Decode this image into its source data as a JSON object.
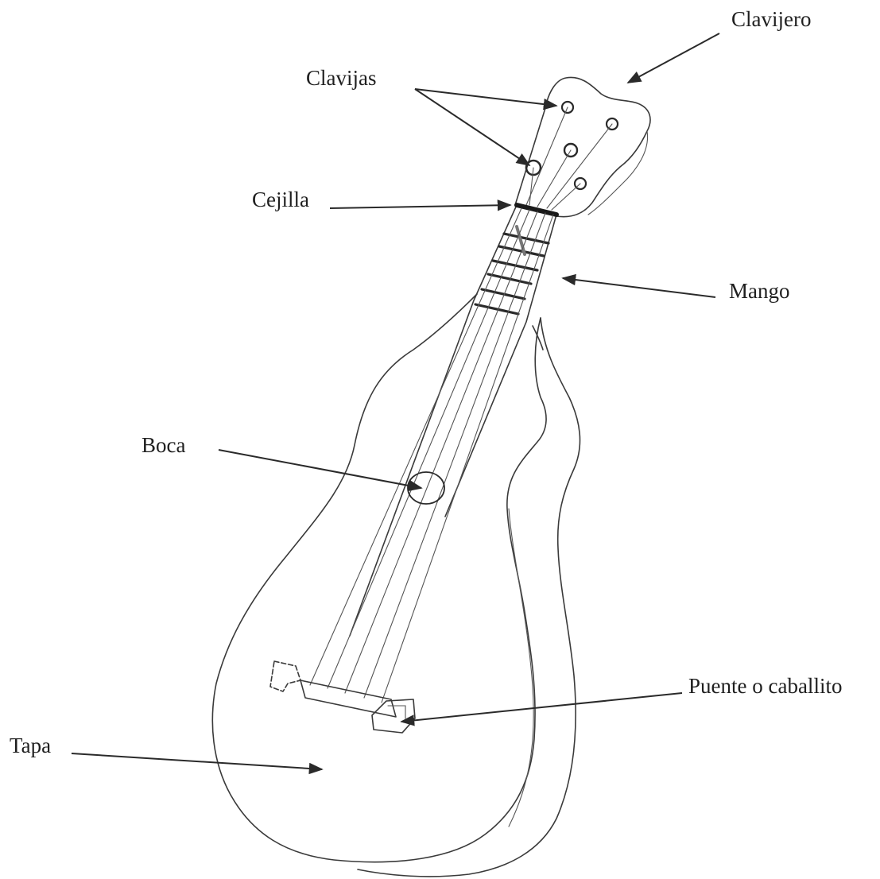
{
  "labels": {
    "clavijero": "Clavijero",
    "clavijas": "Clavijas",
    "cejilla": "Cejilla",
    "mango": "Mango",
    "boca": "Boca",
    "puente": "Puente o caballito",
    "tapa": "Tapa"
  },
  "colors": {
    "ink": "#2a2a2a",
    "background": "#ffffff"
  }
}
